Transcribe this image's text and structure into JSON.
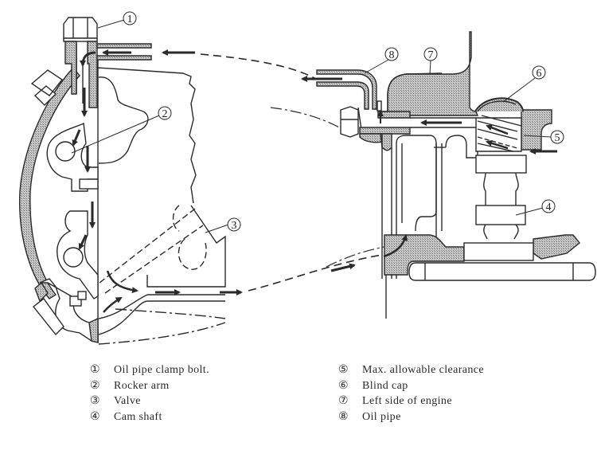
{
  "diagram": {
    "description": "Engine oil flow through rocker arm and cam shaft (left side of engine)",
    "colors": {
      "line": "#2a2a2a",
      "hatch": "#9a9a9a",
      "background": "#ffffff"
    },
    "callouts": [
      {
        "num": "1",
        "marker": "①"
      },
      {
        "num": "2",
        "marker": "②"
      },
      {
        "num": "3",
        "marker": "③"
      },
      {
        "num": "4",
        "marker": "④"
      },
      {
        "num": "5",
        "marker": "⑤"
      },
      {
        "num": "6",
        "marker": "⑥"
      },
      {
        "num": "7",
        "marker": "⑦"
      },
      {
        "num": "8",
        "marker": "⑧"
      }
    ]
  },
  "legend": {
    "left": [
      {
        "marker": "①",
        "label": "Oil pipe clamp bolt."
      },
      {
        "marker": "②",
        "label": "Rocker arm"
      },
      {
        "marker": "③",
        "label": "Valve"
      },
      {
        "marker": "④",
        "label": "Cam shaft"
      }
    ],
    "right": [
      {
        "marker": "⑤",
        "label": "Max. allowable clearance"
      },
      {
        "marker": "⑥",
        "label": "Blind cap"
      },
      {
        "marker": "⑦",
        "label": "Left side of engine"
      },
      {
        "marker": "⑧",
        "label": "Oil pipe"
      }
    ]
  }
}
